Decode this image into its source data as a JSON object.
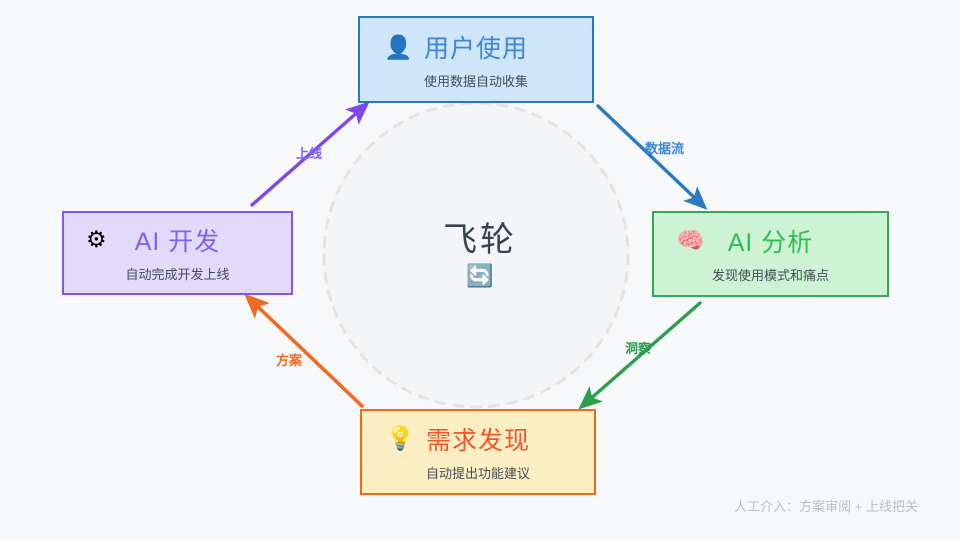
{
  "diagram": {
    "center": {
      "title": "飞轮",
      "icon": "sync-refresh-icon",
      "icon_glyph": "🔄"
    },
    "nodes": [
      {
        "id": "user",
        "title": "用户使用",
        "subtitle": "使用数据自动收集",
        "icon": "user-icon",
        "icon_glyph": "👤",
        "color": "#3d85d8",
        "border_color": "#1f7ac0",
        "fill_color": "#cfe6fa"
      },
      {
        "id": "analysis",
        "title": "AI 分析",
        "subtitle": "发现使用模式和痛点",
        "icon": "brain-icon",
        "icon_glyph": "🧠",
        "color": "#2ebd53",
        "border_color": "#35a958",
        "fill_color": "#cdf2d4"
      },
      {
        "id": "demand",
        "title": "需求发现",
        "subtitle": "自动提出功能建议",
        "icon": "lightbulb-icon",
        "icon_glyph": "💡",
        "color": "#f0562a",
        "border_color": "#f26a16",
        "fill_color": "#fbeec3"
      },
      {
        "id": "dev",
        "title": "AI 开发",
        "subtitle": "自动完成开发上线",
        "icon": "gear-icon",
        "icon_glyph": "⚙",
        "color": "#7e62f0",
        "border_color": "#8355f5",
        "fill_color": "#e2d9fb"
      }
    ],
    "edges": [
      {
        "id": "data",
        "label": "数据流",
        "from": "user",
        "to": "analysis",
        "color": "#2d7ac2"
      },
      {
        "id": "insight",
        "label": "洞察",
        "from": "analysis",
        "to": "demand",
        "color": "#2e9e4e"
      },
      {
        "id": "plan",
        "label": "方案",
        "from": "demand",
        "to": "dev",
        "color": "#ef6a23"
      },
      {
        "id": "deploy",
        "label": "上线",
        "from": "dev",
        "to": "user",
        "color": "#7e47ee"
      }
    ],
    "footer_note": "人工介入：方案审阅 + 上线把关",
    "background_color": "#f7f8fa",
    "ring_color": "#e2e2e2"
  }
}
